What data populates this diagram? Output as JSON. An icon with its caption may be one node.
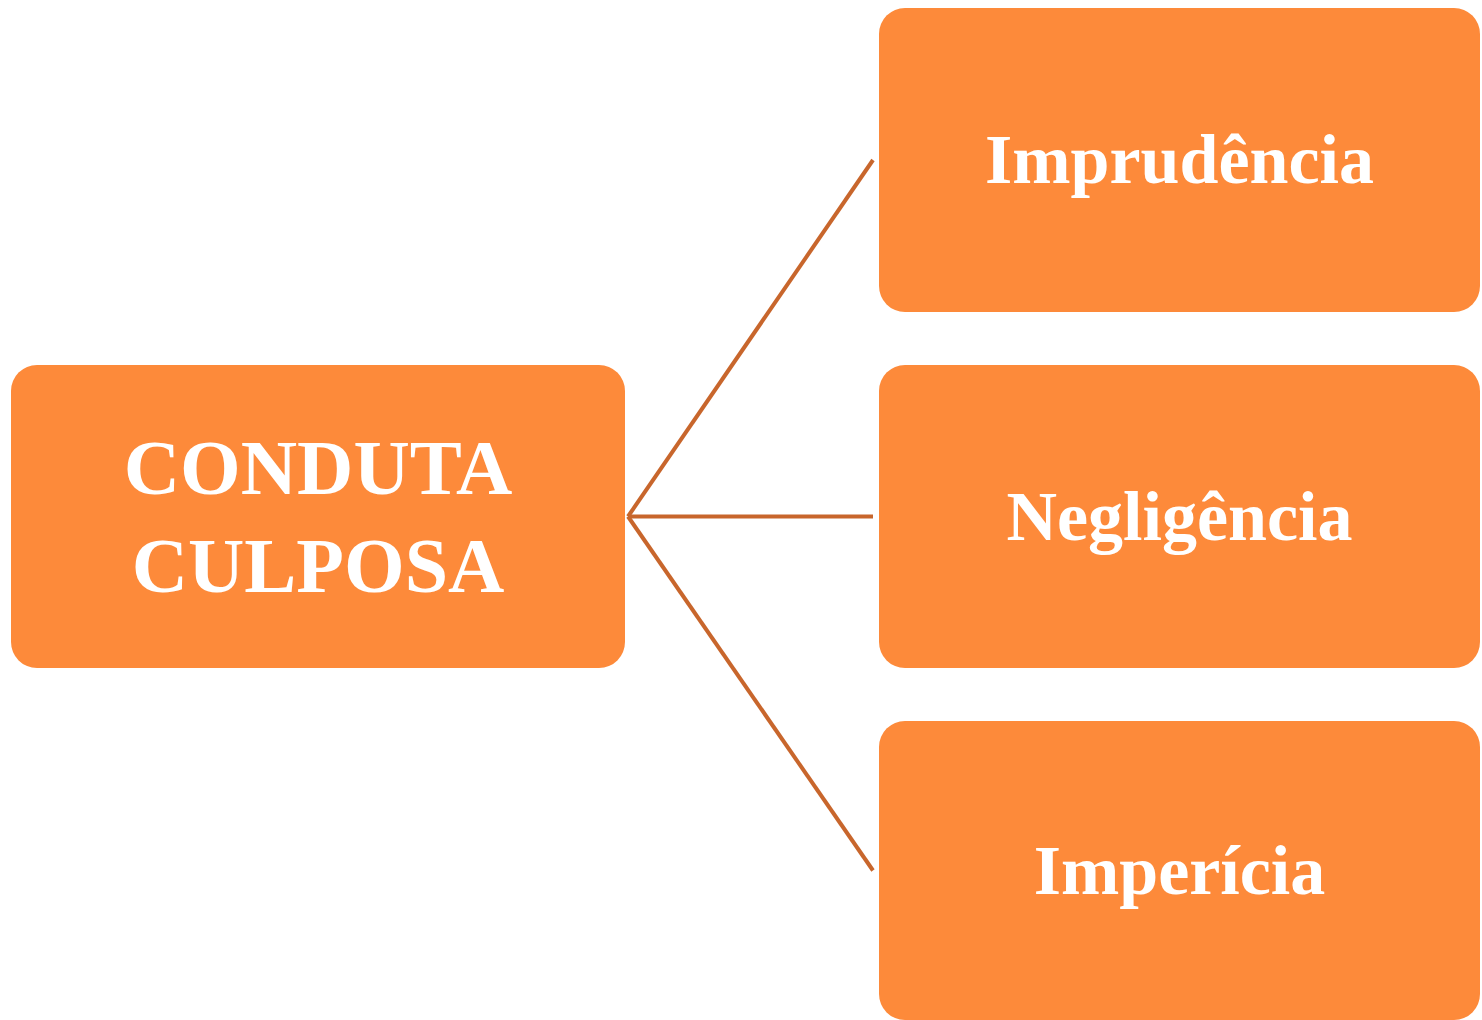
{
  "diagram": {
    "nodes": [
      {
        "text": [
          "CONDUTA CULPOSA"
        ]
      },
      {
        "text": [
          "Imprudência"
        ]
      },
      {
        "text": [
          "Negligência"
        ]
      },
      {
        "text": [
          "Imperícia"
        ]
      }
    ],
    "edges": [
      {
        "from": 0,
        "to": 1,
        "arrow": "none"
      },
      {
        "from": 0,
        "to": 2,
        "arrow": "none"
      },
      {
        "from": 0,
        "to": 3,
        "arrow": "none"
      }
    ]
  }
}
